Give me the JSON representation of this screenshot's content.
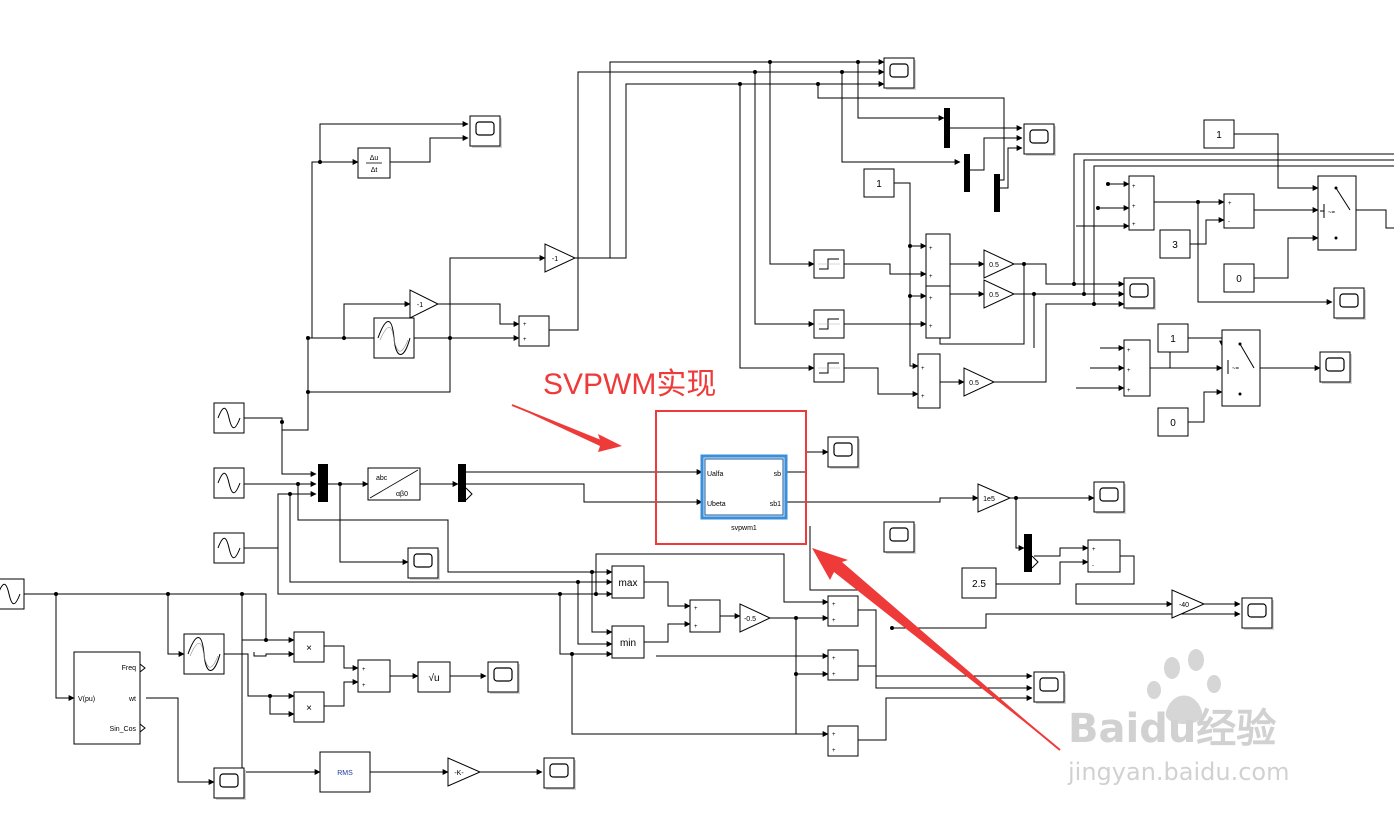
{
  "annotation": {
    "text": "SVPWM实现",
    "color": "#ef3a3a"
  },
  "subsystem": {
    "name": "svpwm1",
    "inputs": [
      "Ualfa",
      "Ubeta"
    ],
    "outputs": [
      "sb",
      "sb1"
    ],
    "highlight_color": "#3b8fd9"
  },
  "blocks": {
    "derivative": {
      "top": "Δu",
      "bottom": "Δt"
    },
    "gain_neg1_top": "-1",
    "gain_neg1_mid": "-1",
    "const_1_a": "1",
    "const_1_b": "1",
    "const_1_c": "1",
    "const_3": "3",
    "const_0_a": "0",
    "const_0_b": "0",
    "const_2_5": "2.5",
    "gain_0_5_a": "0.5",
    "gain_0_5_b": "0.5",
    "gain_0_5_c": "0.5",
    "gain_neg0_5": "-0.5",
    "gain_1e5": "1e5",
    "gain_neg40": "-40",
    "gain_K": "-K-",
    "abc_top": "abc",
    "abc_bottom": "αβ0",
    "max": "max",
    "min": "min",
    "times": "×",
    "sqrt": "√u",
    "rms": "RMS",
    "pll": {
      "input": "V(pu)",
      "outputs": [
        "Freq",
        "wt",
        "Sin_Cos"
      ]
    },
    "plus": "+",
    "minus": "-",
    "switch_sym": "~="
  },
  "watermark": {
    "brand": "Baidu经验",
    "url": "jingyan.baidu.com"
  }
}
